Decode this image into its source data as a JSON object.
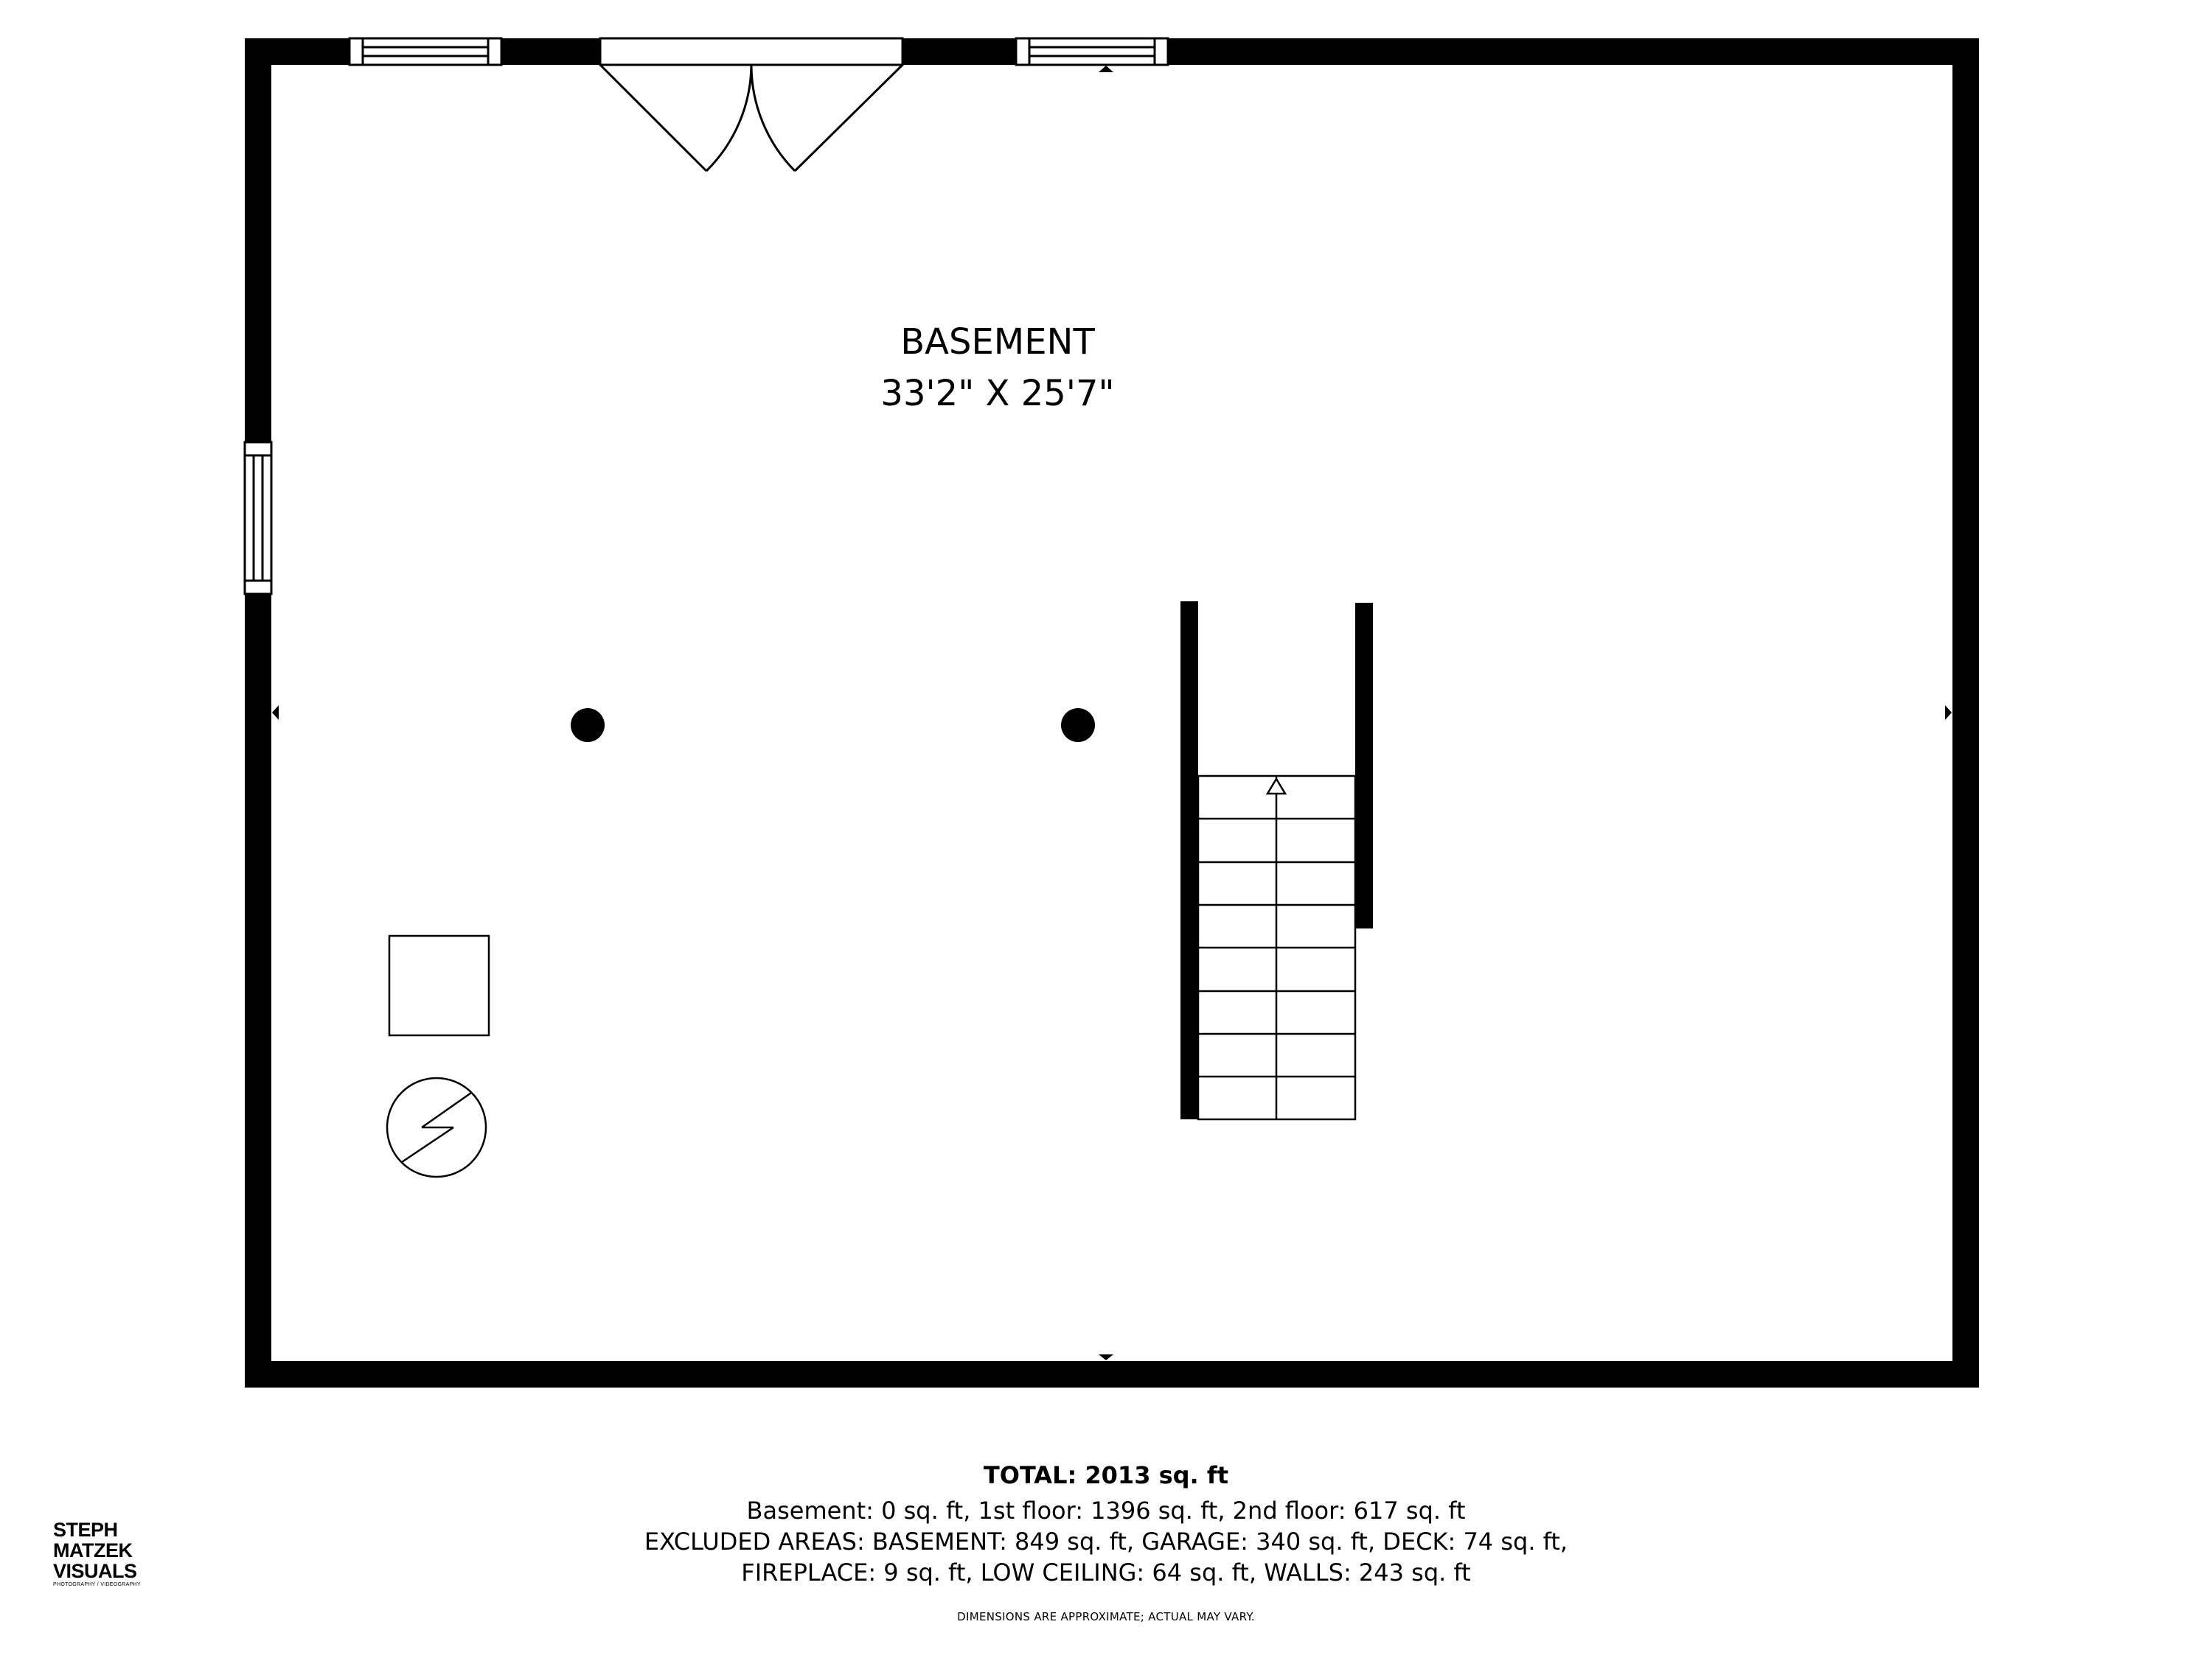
{
  "room": {
    "name": "BASEMENT",
    "dimensions": "33'2\" X 25'7\""
  },
  "summary": {
    "total": "TOTAL: 2013 sq. ft",
    "floors": "Basement: 0 sq. ft, 1st floor: 1396 sq. ft, 2nd floor: 617 sq. ft",
    "excluded_line1": "EXCLUDED AREAS: BASEMENT: 849 sq. ft, GARAGE: 340 sq. ft, DECK: 74 sq. ft,",
    "excluded_line2": "FIREPLACE: 9 sq. ft, LOW CEILING: 64 sq. ft, WALLS: 243 sq. ft",
    "disclaimer": "DIMENSIONS ARE APPROXIMATE; ACTUAL MAY VARY."
  },
  "branding": {
    "line1": "STEPH",
    "line2": "MATZEK",
    "line3": "VISUALS",
    "tagline": "PHOTOGRAPHY / VIDEOGRAPHY"
  },
  "colors": {
    "wall": "#000000",
    "background": "#ffffff"
  },
  "icons": {
    "water_heater": "circle-with-lightning-bolt",
    "furnace": "square-outline",
    "support_post": "filled-circle"
  }
}
